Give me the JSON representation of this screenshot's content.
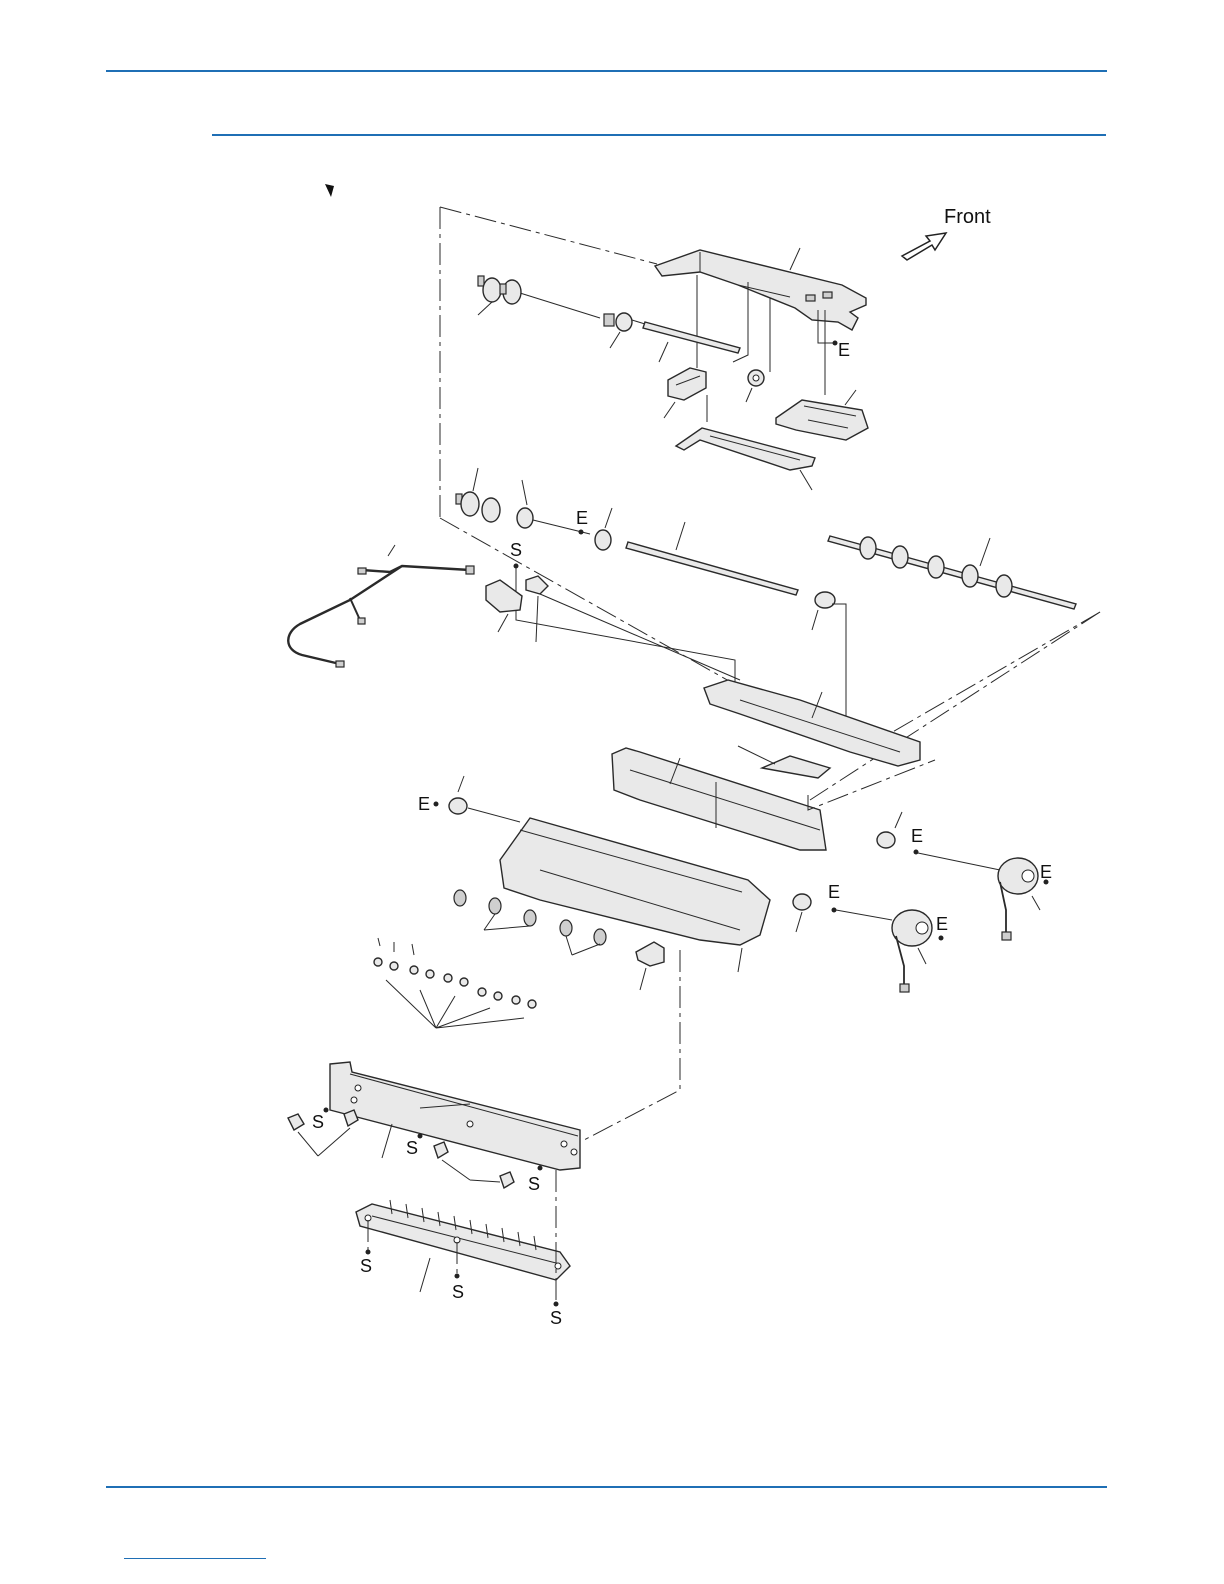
{
  "orientation_label": "Front",
  "fastener_e": "E",
  "fastener_s": "S",
  "colors": {
    "rule": "#1f6fb5",
    "line": "#222222",
    "part_fill": "#e6e6e6",
    "part_stroke": "#2a2a2a"
  },
  "icons": [
    "front-arrow-icon",
    "pointer-triangle-icon"
  ]
}
